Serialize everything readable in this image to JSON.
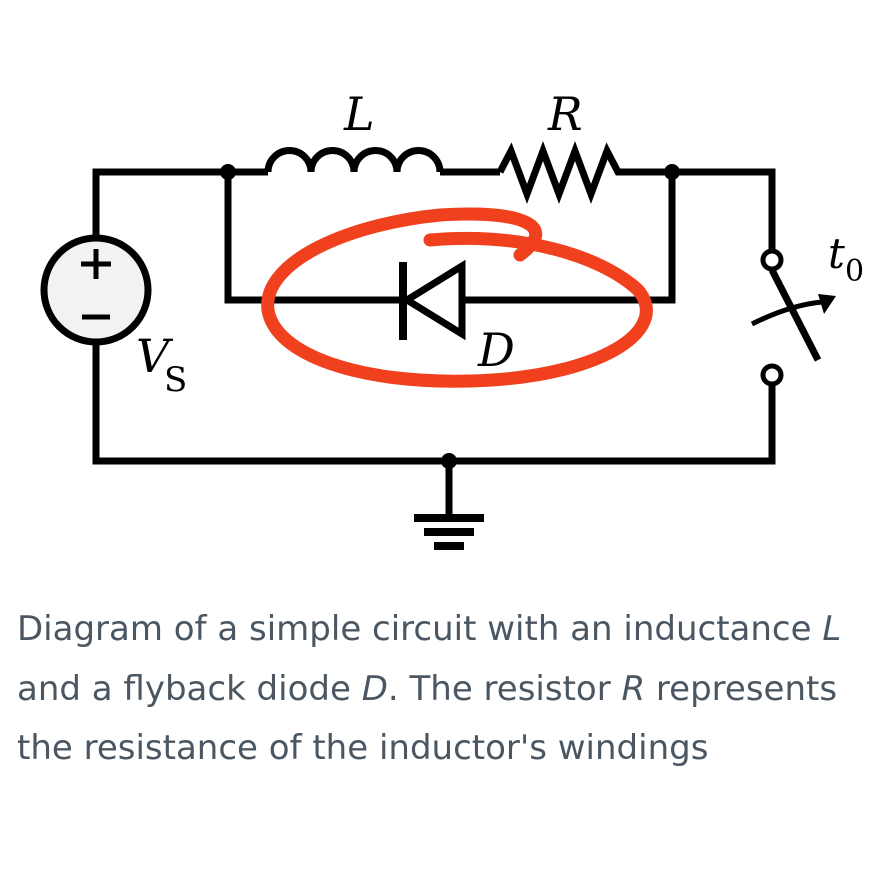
{
  "diagram": {
    "labels": {
      "inductor": "L",
      "resistor": "R",
      "diode": "D",
      "source_main": "V",
      "source_sub": "S",
      "switch_main": "t",
      "switch_sub": "0",
      "plus": "+",
      "minus": "–"
    },
    "annotation_color": "#f0401e"
  },
  "caption": {
    "part1": "Diagram of a simple circuit with an inductance ",
    "L": "L",
    "part2": " and a flyback diode ",
    "D": "D",
    "part3": ". The resistor ",
    "R": "R",
    "part4": " represents the resistance of the inductor's windings"
  }
}
